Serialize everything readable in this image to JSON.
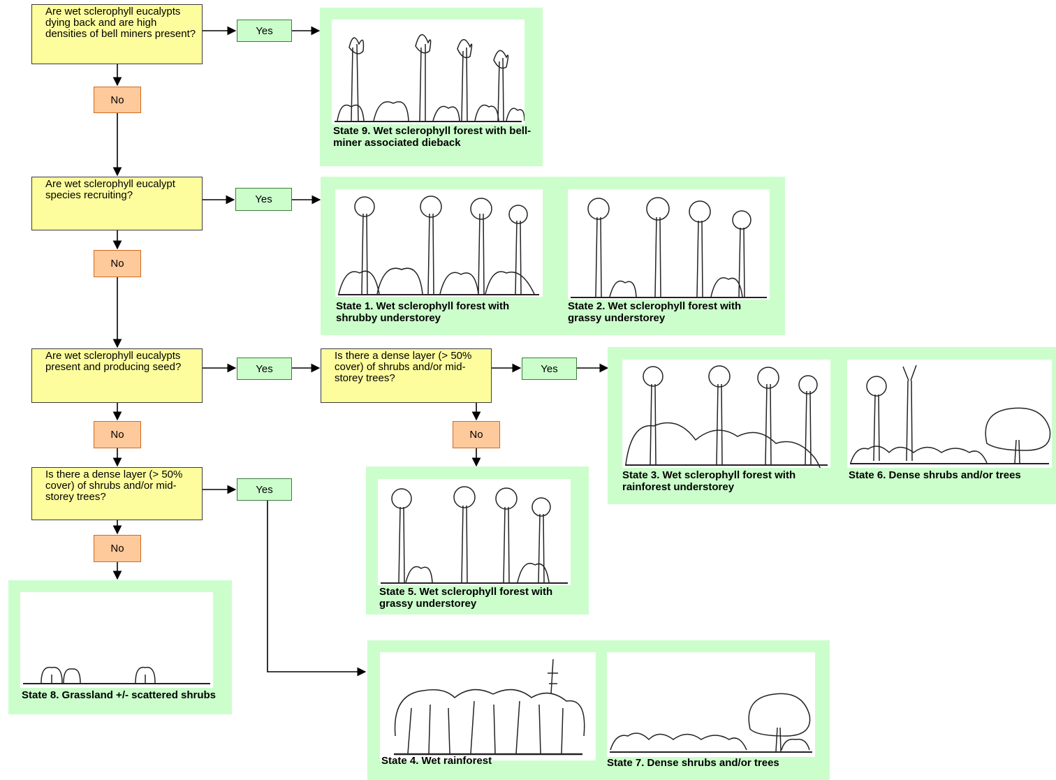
{
  "questions": {
    "q1": "Are wet sclerophyll eucalypts dying back and are high densities of bell miners present?",
    "q2": "Are wet sclerophyll eucalypt species recruiting?",
    "q3": "Are wet sclerophyll eucalypts present and producing seed?",
    "q4": "Is there a dense layer (> 50% cover) of shrubs and/or mid-storey trees?",
    "q5": "Is there a dense layer (> 50% cover) of shrubs and/or mid-storey trees?"
  },
  "answers": {
    "yes": "Yes",
    "no": "No"
  },
  "states": {
    "s1": "State 1. Wet sclerophyll forest with shrubby understorey",
    "s2": "State 2. Wet sclerophyll forest with grassy understorey",
    "s3": "State 3. Wet sclerophyll forest with rainforest understorey",
    "s4": "State 4. Wet rainforest",
    "s5": "State 5. Wet sclerophyll forest with grassy understorey",
    "s6": "State 6. Dense shrubs and/or trees",
    "s7": "State 7. Dense shrubs and/or trees",
    "s8": "State 8. Grassland +/- scattered shrubs",
    "s9": "State 9. Wet sclerophyll forest with bell-miner associated dieback"
  },
  "colors": {
    "question_fill": "#fdfd9d",
    "yes_fill": "#ccfecc",
    "no_fill": "#fec99b",
    "panel_fill": "#ccfecc"
  }
}
